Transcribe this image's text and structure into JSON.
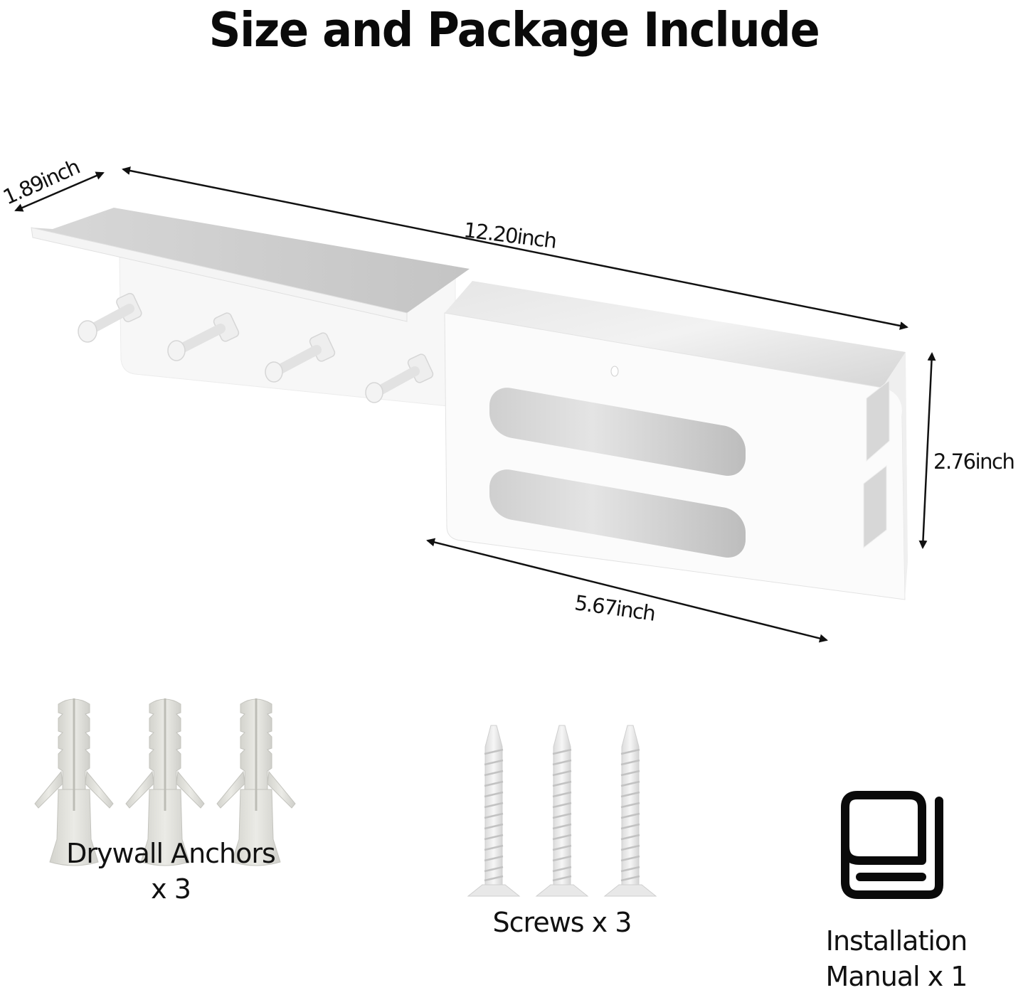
{
  "header": {
    "title": "Size and Package Include"
  },
  "dimensions": {
    "depth": "1.89inch",
    "total_length": "12.20inch",
    "basket_height": "2.76inch",
    "basket_length": "5.67inch"
  },
  "product": {
    "icon": "wall-shelf-with-hooks-and-basket",
    "hook_count": 4,
    "color": "#ffffff",
    "shadow_color": "#c9c9c9"
  },
  "package": {
    "items": [
      {
        "icon": "drywall-anchor-icon",
        "label_line1": "Drywall Anchors",
        "label_line2": "x 3",
        "quantity": 3
      },
      {
        "icon": "screw-icon",
        "label_line1": "Screws x 3",
        "label_line2": "",
        "quantity": 3
      },
      {
        "icon": "book-icon",
        "label_line1": "Installation",
        "label_line2": "Manual x 1",
        "quantity": 1
      }
    ]
  }
}
